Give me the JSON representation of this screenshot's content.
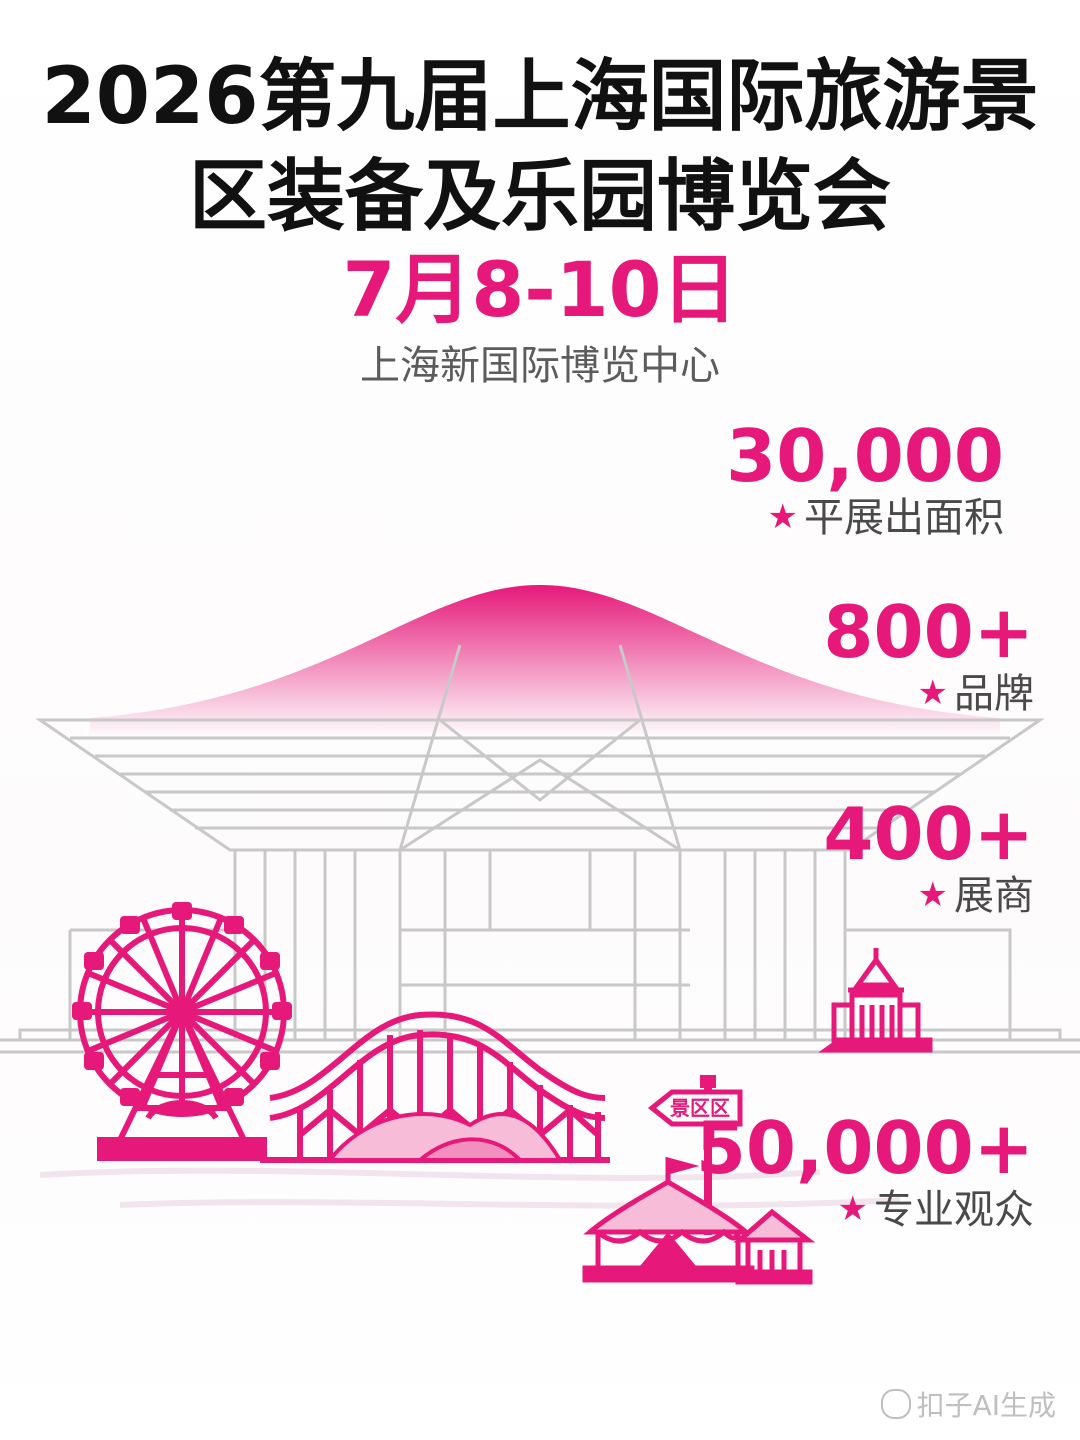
{
  "title": {
    "line1": "2026第九届上海国际旅游景",
    "line2": "区装备及乐园博览会"
  },
  "date": "7月8-10日",
  "venue": "上海新国际博览中心",
  "stats": [
    {
      "value": "30,000",
      "label": "平展出面积"
    },
    {
      "value": "800+",
      "label": "品牌"
    },
    {
      "value": "400+",
      "label": "展商"
    },
    {
      "value": "50,000+",
      "label": "专业观众"
    }
  ],
  "signpost_text": "景区区",
  "watermark": "扣子AI生成",
  "colors": {
    "accent": "#e6197a",
    "title": "#111111",
    "venue": "#5c5c5c",
    "outline": "#c8c8c8"
  },
  "icons": [
    "star-icon",
    "ferris-wheel-icon",
    "roller-coaster-icon",
    "circus-tent-icon",
    "pavilion-icon",
    "signpost-icon",
    "exhibition-hall-icon"
  ]
}
